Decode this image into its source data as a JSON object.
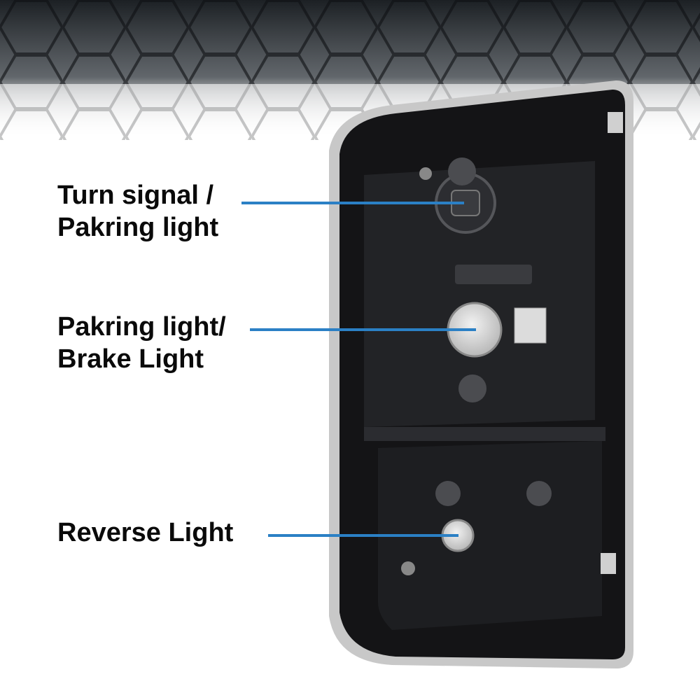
{
  "labels": {
    "turn_signal": {
      "line1": "Turn signal /",
      "line2": "Pakring light"
    },
    "brake": {
      "line1": "Pakring light/",
      "line2": "Brake Light"
    },
    "reverse": {
      "line1": "Reverse Light"
    }
  },
  "colors": {
    "leader_line": "#2b80c5",
    "housing": "#141416",
    "background_top": "#1c2024"
  }
}
